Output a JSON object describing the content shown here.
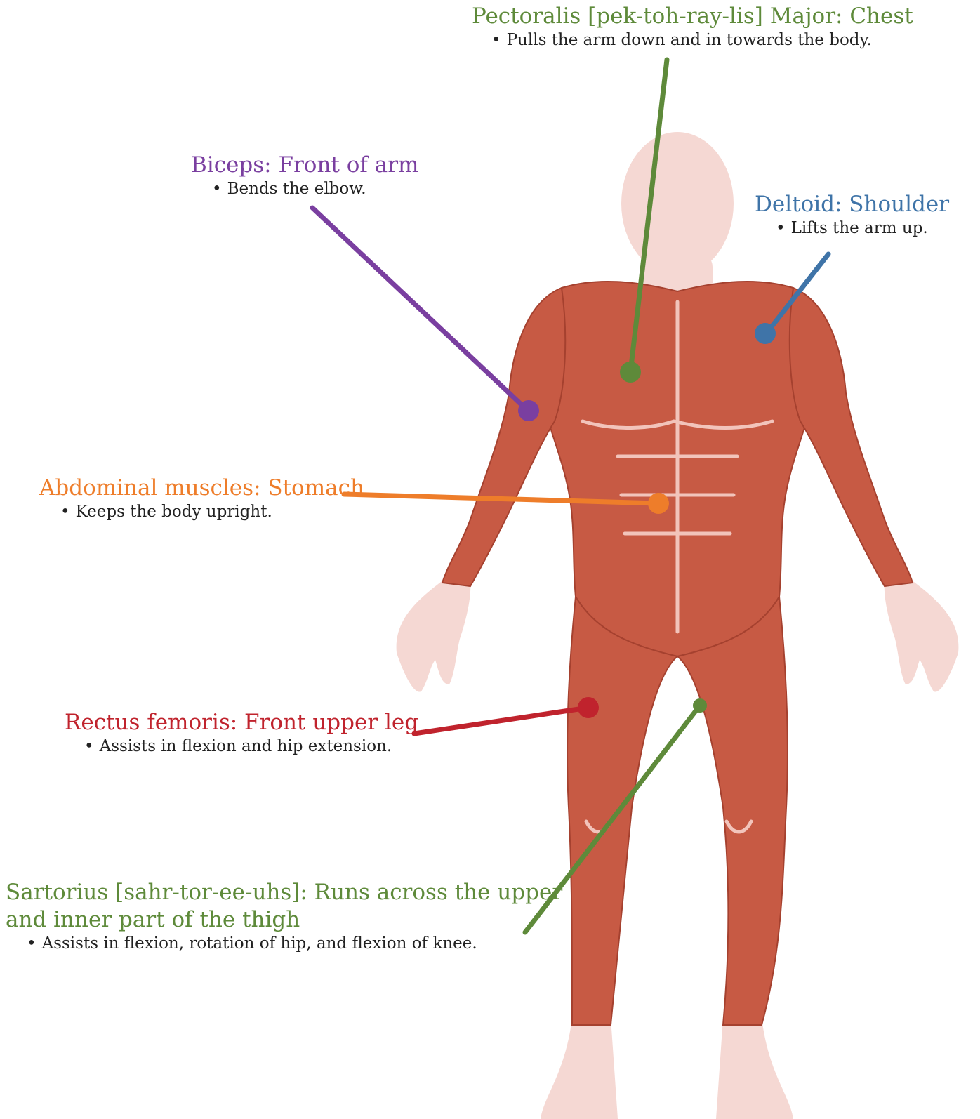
{
  "colors": {
    "pectoralis": "#5e8a3a",
    "biceps": "#7a3fa0",
    "deltoid": "#3f74a8",
    "abdominal": "#ee7d2a",
    "rectus": "#c0232d",
    "sartorius": "#5e8a3a",
    "muscle": "#c75a44",
    "skin": "#f5d8d3",
    "text": "#222222"
  },
  "labels": {
    "pectoralis": {
      "title": "Pectoralis [pek-toh-ray-lis] Major: Chest",
      "desc": "Pulls the arm down and in towards the body."
    },
    "biceps": {
      "title": "Biceps: Front of arm",
      "desc": "Bends the elbow."
    },
    "deltoid": {
      "title": "Deltoid: Shoulder",
      "desc": "Lifts the arm up."
    },
    "abdominal": {
      "title": "Abdominal muscles: Stomach",
      "desc": "Keeps the body upright."
    },
    "rectus": {
      "title": "Rectus femoris:  Front upper leg",
      "desc": "Assists in flexion and hip extension."
    },
    "sartorius": {
      "title_line1": "Sartorius [sahr-tor-ee-uhs]: Runs across the upper",
      "title_line2": "and inner part of the thigh",
      "desc": "Assists in flexion, rotation of hip, and flexion of knee."
    }
  },
  "bullet": "•"
}
